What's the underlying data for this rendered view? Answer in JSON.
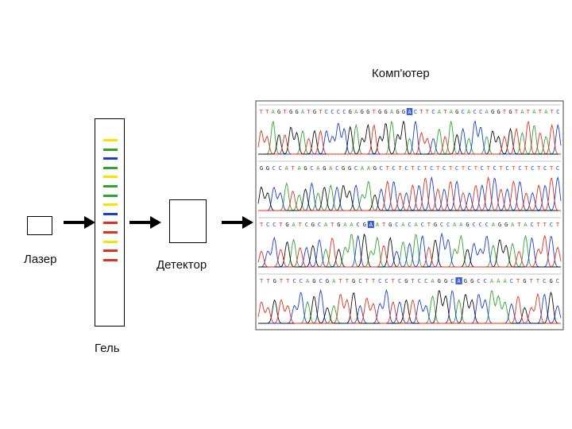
{
  "labels": {
    "laser": "Лазер",
    "gel": "Гель",
    "detector": "Детектор",
    "computer": "Комп'ютер"
  },
  "colors": {
    "A": "#2fa52f",
    "C": "#1a3fd0",
    "G": "#111111",
    "T": "#e0301e",
    "band_yellow": "#f2e600"
  },
  "gel_bands": [
    "yellow",
    "green",
    "blue",
    "green",
    "yellow",
    "green",
    "green",
    "yellow",
    "blue",
    "red",
    "red",
    "yellow",
    "red",
    "red"
  ],
  "chromatogram_rows": [
    {
      "seq": "TTAGTGGATGTCCCCGAGGTGGAGGACTTCATAGCACCAGGTGTATATATC",
      "mark_at": 25
    },
    {
      "seq": "GGCCATAGCAGACGGCAAGCTCTCTCTCTCTCTCTCTCTCTCTCTCTC",
      "mark_at": -1
    },
    {
      "seq": "TCCTGATCGCATGAACGAATGCACACTGCCAAGCCCAGGATACTTCT",
      "mark_at": 17
    },
    {
      "seq": "TTGTTCCAGCGATTGCTTCCTCGTCCAGGCAGGCCAAACTGTTCGC",
      "mark_at": 30
    }
  ]
}
